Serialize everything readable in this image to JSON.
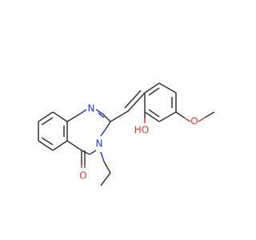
{
  "molecule": {
    "atoms": {
      "n1": "N",
      "n3": "N",
      "o_carbonyl": "O",
      "o_hydroxyl": "HO",
      "o_methoxy": "O"
    },
    "colors": {
      "bond": "#333333",
      "nitrogen": "#1e3ad6",
      "oxygen": "#e53935",
      "background": "#ffffff"
    }
  }
}
